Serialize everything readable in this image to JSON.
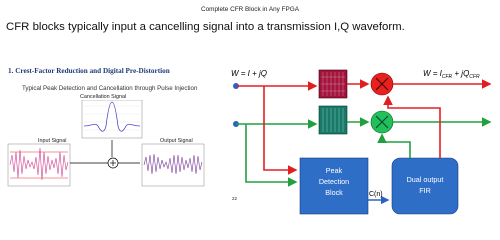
{
  "header": {
    "title": "Complete  CFR Block in Any FPGA"
  },
  "slide": {
    "title": "CFR blocks typically input a cancelling signal into a transmission I,Q waveform."
  },
  "left": {
    "section_title": "1.   Crest-Factor Reduction and Digital Pre-Distortion",
    "subtitle": "Typical Peak Detection and Cancellation through Pulse Injection",
    "cancellation_label": "Cancellation Signal",
    "input_label": "Input Signal",
    "output_label": "Output Signal",
    "page_number": "22"
  },
  "diagram": {
    "w_input": "W = I + jQ",
    "w_output": "W = I_CFR + jQ_CFR",
    "peak_block": [
      "Peak",
      "Detection",
      "Block"
    ],
    "fir_block": [
      "Dual output",
      "FIR"
    ],
    "cn_label": "C(n)"
  },
  "colors": {
    "red": "#e02020",
    "green": "#22a040",
    "blue": "#2a62c4",
    "block": "#2f6ec7"
  }
}
